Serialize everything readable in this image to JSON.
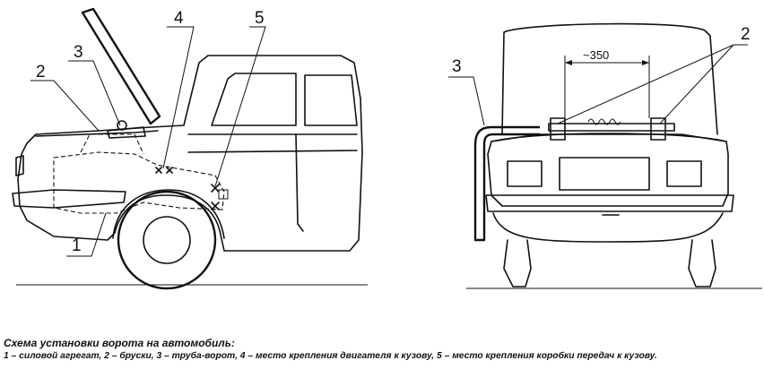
{
  "figure": {
    "left_view": {
      "callouts": [
        "1",
        "2",
        "3",
        "4",
        "5"
      ]
    },
    "right_view": {
      "callouts": [
        "2",
        "3"
      ],
      "dimension_label": "~350"
    }
  },
  "caption": {
    "title": "Схема установки ворота на автомобиль:",
    "legend": "1 – силовой агрегат, 2 – бруски, 3 – труба-ворот, 4 – место крепления двигателя к кузову, 5 – место крепления коробки передач к кузову."
  }
}
